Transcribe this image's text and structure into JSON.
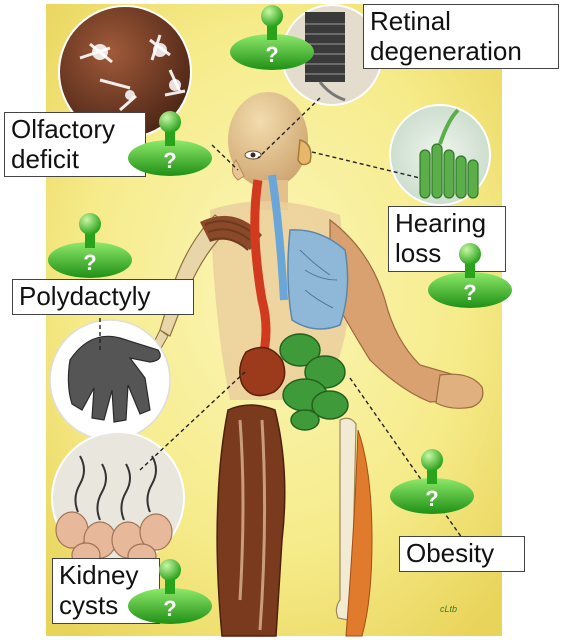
{
  "labels": {
    "retinal": "Retinal\ndegeneration",
    "olfactory": "Olfactory\ndeficit",
    "hearing": "Hearing\nloss",
    "polydactyly": "Polydactyly",
    "obesity": "Obesity",
    "kidney": "Kidney\ncysts"
  },
  "marker": {
    "glyph": "?",
    "icon": "green-pushpin-question-icon"
  },
  "signature": "cLtb",
  "colors": {
    "background": "#f7ee95",
    "marker_green": "#3cc42a",
    "label_border": "#444444",
    "artery": "#d23a1f",
    "vein": "#6aa6d8",
    "lung": "#8fb8d8",
    "intestine": "#3f9a3a",
    "kidney": "#9c3a1c"
  }
}
